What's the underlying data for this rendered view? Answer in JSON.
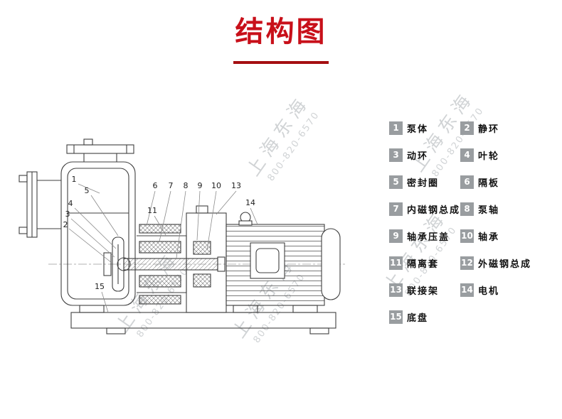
{
  "page": {
    "title": "结构图"
  },
  "watermark": {
    "name": "上海东海",
    "phone": "800-820-6570"
  },
  "legend": {
    "items": [
      {
        "num": "1",
        "label": "泵体"
      },
      {
        "num": "2",
        "label": "静环"
      },
      {
        "num": "3",
        "label": "动环"
      },
      {
        "num": "4",
        "label": "叶轮"
      },
      {
        "num": "5",
        "label": "密封圈"
      },
      {
        "num": "6",
        "label": "隔板"
      },
      {
        "num": "7",
        "label": "内磁钢总成"
      },
      {
        "num": "8",
        "label": "泵轴"
      },
      {
        "num": "9",
        "label": "轴承压盖"
      },
      {
        "num": "10",
        "label": "轴承"
      },
      {
        "num": "11",
        "label": "隔离套"
      },
      {
        "num": "12",
        "label": "外磁钢总成"
      },
      {
        "num": "13",
        "label": "联接架"
      },
      {
        "num": "14",
        "label": "电机"
      },
      {
        "num": "15",
        "label": "底盘"
      }
    ]
  },
  "diagram": {
    "callouts": [
      "1",
      "5",
      "4",
      "3",
      "2",
      "6",
      "7",
      "8",
      "9",
      "10",
      "13",
      "11",
      "14",
      "15"
    ]
  }
}
